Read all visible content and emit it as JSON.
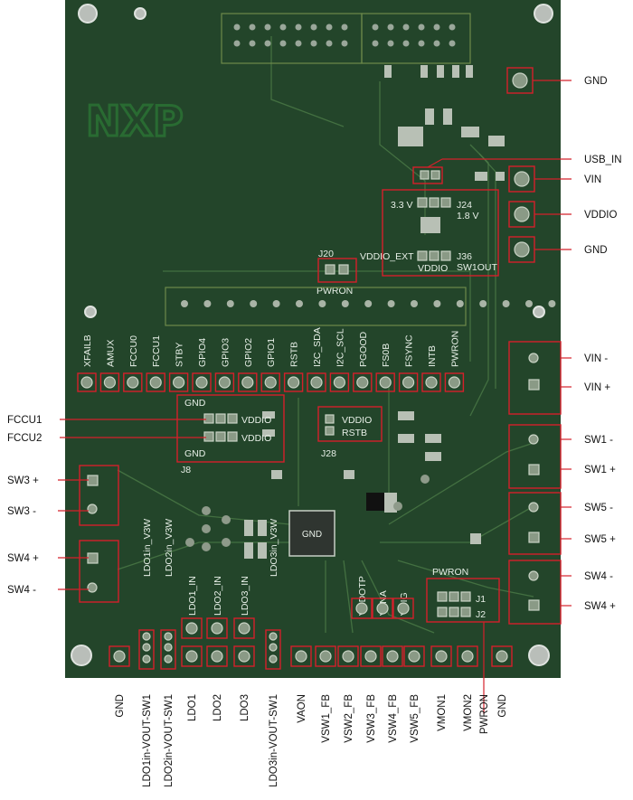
{
  "board": {
    "logo_text": "NXP",
    "right_labels": [
      "GND",
      "USB_IN",
      "VIN",
      "VDDIO",
      "GND",
      "VIN -",
      "VIN +",
      "SW1 -",
      "SW1 +",
      "SW5 -",
      "SW5 +",
      "SW4 -",
      "SW4 +"
    ],
    "left_labels": [
      "FCCU1",
      "FCCU2",
      "SW3 +",
      "SW3 -",
      "SW4 +",
      "SW4 -"
    ],
    "bottom_labels": [
      "GND",
      "LDO1in-VOUT-SW1",
      "LDO2in-VOUT-SW1",
      "LDO1",
      "LDO2",
      "LDO3",
      "LDO3in-VOUT-SW1",
      "VAON",
      "VSW1_FB",
      "VSW2_FB",
      "VSW3_FB",
      "VSW4_FB",
      "VSW5_FB",
      "VMON1",
      "VMON2",
      "PWRON",
      "GND"
    ],
    "top_pin_row": [
      "XFAILB",
      "AMUX",
      "FCCU0",
      "FCCU1",
      "STBY",
      "GPIO4",
      "GPIO3",
      "GPIO2",
      "GPIO1",
      "RSTB",
      "I2C_SDA",
      "I2C_SCL",
      "PGOOD",
      "FS0B",
      "FSYNC",
      "INTB",
      "PWRON"
    ],
    "mid_pin_labels": [
      "LDO1in_V3W",
      "LDO2in_V3W",
      "LDO1_IN",
      "LDO2_IN",
      "LDO3_IN",
      "LDO3in_V3W",
      "VDDOTP",
      "VANA",
      "VDIG"
    ],
    "silk": {
      "j20": "J20",
      "pwron_j20": "PWRON",
      "v33": "3.3 V",
      "v18": "1.8 V",
      "j24": "J24",
      "vddio_ext": "VDDIO_EXT",
      "vddio": "VDDIO",
      "j36": "J36",
      "sw1out": "SW1OUT",
      "gnd_top": "GND",
      "gnd_bot": "GND",
      "vddio1": "VDDIO",
      "vddio2": "VDDIO",
      "j8": "J8",
      "vddio_j28": "VDDIO",
      "rstb_j28": "RSTB",
      "j28": "J28",
      "pwron_j12": "PWRON",
      "j1": "J1",
      "j2": "J2",
      "ic": "GND"
    }
  }
}
